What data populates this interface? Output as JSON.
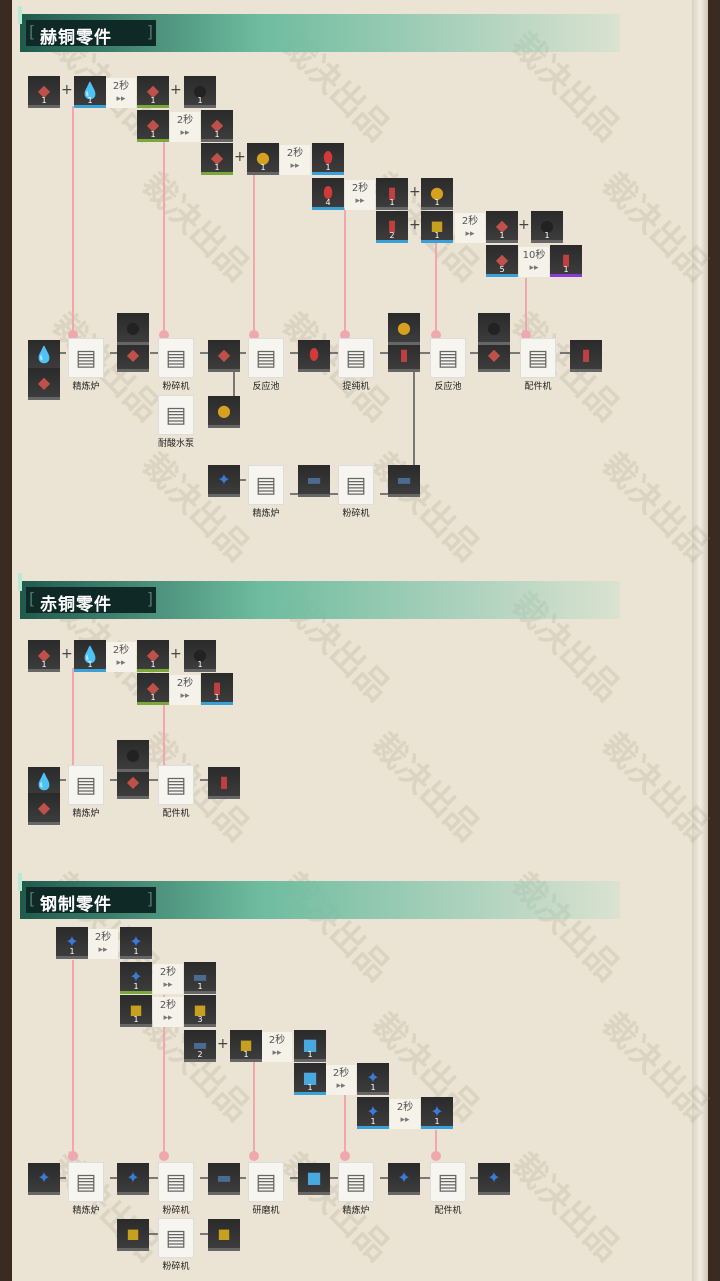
{
  "sections": [
    {
      "title": "赫铜零件"
    },
    {
      "title": "赤铜零件"
    },
    {
      "title": "钢制零件"
    }
  ],
  "watermark": "裁决出品",
  "time_labels": {
    "t2": "2秒",
    "t10": "10秒",
    "arrow": "▸▸"
  },
  "counts": {
    "c1": "1",
    "c2": "2",
    "c3": "3",
    "c4": "4",
    "c5": "5"
  },
  "machines": {
    "refinery": "精炼炉",
    "crusher": "粉碎机",
    "reactor": "反应池",
    "purifier": "提纯机",
    "parts": "配件机",
    "acid_pump": "耐酸水泵",
    "grinder": "研磨机"
  },
  "ops": {
    "plus": "+"
  },
  "icons": {
    "ore": "ore-icon",
    "water": "water-drop-icon",
    "oil": "black-drop-icon",
    "gold": "gold-drop-icon",
    "flask": "flask-icon",
    "part": "part-icon"
  },
  "colors": {
    "header": "#0f2a26",
    "link": "#f0a8b0",
    "accent": "#6ebca0"
  }
}
